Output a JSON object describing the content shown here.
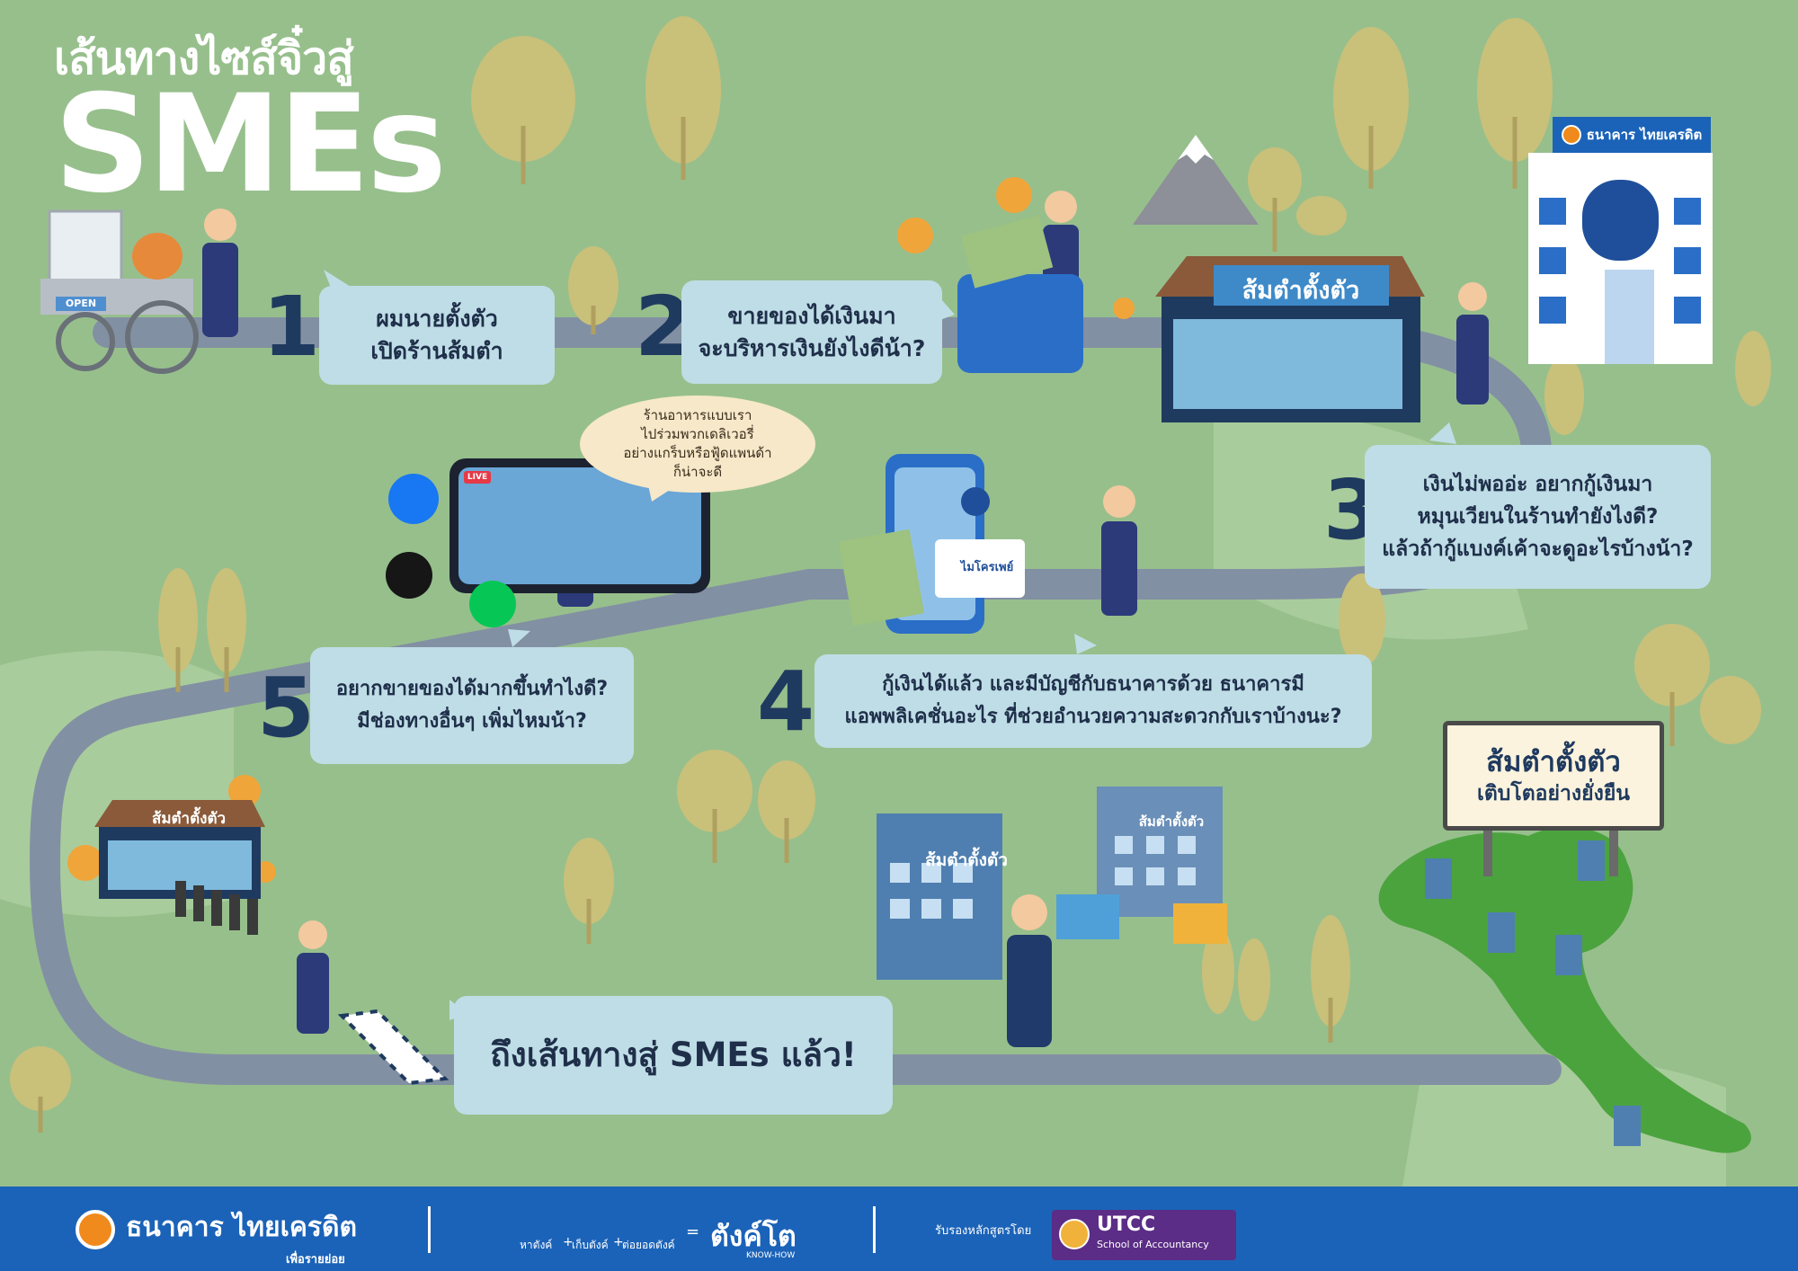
{
  "title": {
    "line1": "เส้นทางไซส์จิ๋วสู่",
    "line2": "SMEs"
  },
  "steps": [
    {
      "number": "1",
      "lines": [
        "ผมนายตั้งตัว",
        "เปิดร้านส้มตำ"
      ]
    },
    {
      "number": "2",
      "lines": [
        "ขายของได้เงินมา",
        "จะบริหารเงินยังไงดีน้า?"
      ]
    },
    {
      "number": "3",
      "lines": [
        "เงินไม่พออ่ะ อยากกู้เงินมา",
        "หมุนเวียนในร้านทำยังไงดี?",
        "แล้วถ้ากู้แบงค์เค้าจะดูอะไรบ้างน้า?"
      ]
    },
    {
      "number": "4",
      "lines": [
        "กู้เงินได้แล้ว และมีบัญชีกับธนาคารด้วย ธนาคารมี",
        "แอพพลิเคชั่นอะไร ที่ช่วยอำนวยความสะดวกกับเราบ้างนะ?"
      ]
    },
    {
      "number": "5",
      "lines": [
        "อยากขายของได้มากขึ้นทำไงดี?",
        "มีช่องทางอื่นๆ เพิ่มไหมน้า?"
      ]
    }
  ],
  "finish": {
    "text": "ถึงเส้นทางสู่ SMEs แล้ว!"
  },
  "speech": {
    "lines": [
      "ร้านอาหารแบบเรา",
      "ไปร่วมพวกเดลิเวอรี่",
      "อย่างแกร็บหรือฟู้ดแพนด้า",
      "ก็น่าจะดี"
    ]
  },
  "shop": {
    "sign": "ส้มตำตั้งตัว",
    "cart_sign": "OPEN"
  },
  "small_shop": {
    "sign": "ส้มตำตั้งตัว"
  },
  "buildings": {
    "sign1": "ส้มตำตั้งตัว",
    "sign2": "ส้มตำตั้งตัว"
  },
  "billboard": {
    "line1": "ส้มตำตั้งตัว",
    "line2": "เติบโตอย่างยั่งยืน"
  },
  "bank_sign": {
    "text": "ธนาคาร ไทยเครดิต"
  },
  "phone_app": {
    "name": "ไมโครเพย์"
  },
  "live_badge": "LIVE",
  "footer": {
    "bank_name": "ธนาคาร ไทยเครดิต",
    "bank_sub": "เพื่อรายย่อย",
    "program_items": [
      "หาตังค์",
      "เก็บตังค์",
      "ต่อยอดตังค์"
    ],
    "program_plus": "+",
    "program_equals": "=",
    "program_name": "ตังค์โต",
    "program_tag": "KNOW-HOW",
    "endorsed_by": "รับรองหลักสูตรโดย",
    "utcc": "UTCC",
    "utcc_sub": "School of Accountancy"
  },
  "colors": {
    "background": "#97bf8c",
    "road": "#8290a3",
    "bubble": "#bfdde6",
    "step_number": "#1f3a5f",
    "footer": "#1b63b8",
    "shop": "#1f3a5f"
  }
}
